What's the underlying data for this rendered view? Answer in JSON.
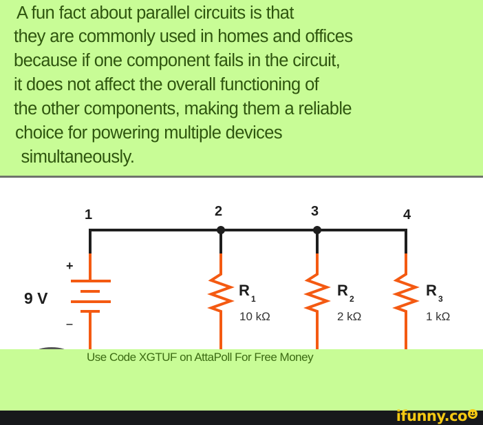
{
  "caption": {
    "lines": [
      "A fun fact about parallel circuits is that",
      "they are commonly used in homes and offices",
      "because if one component fails in the circuit,",
      "it does not affect the overall functioning of",
      "the other components, making them a reliable",
      "choice for powering multiple devices",
      " simultaneously."
    ]
  },
  "circuit": {
    "source": {
      "label": "9 V",
      "plus": "+",
      "minus": "–"
    },
    "nodes": [
      "1",
      "2",
      "3",
      "4"
    ],
    "resistors": [
      {
        "name": "R",
        "sub": "1",
        "value": "10 kΩ"
      },
      {
        "name": "R",
        "sub": "2",
        "value": "2 kΩ"
      },
      {
        "name": "R",
        "sub": "3",
        "value": "1 kΩ"
      }
    ],
    "colors": {
      "wire": "#1e1e1e",
      "component": "#f45a12"
    }
  },
  "promo": {
    "text": "Use Code XGTUF on AttaPoll For Free Money"
  },
  "footer": {
    "logo_text": "ifunny.co",
    "logo_color": "#f6c913"
  }
}
